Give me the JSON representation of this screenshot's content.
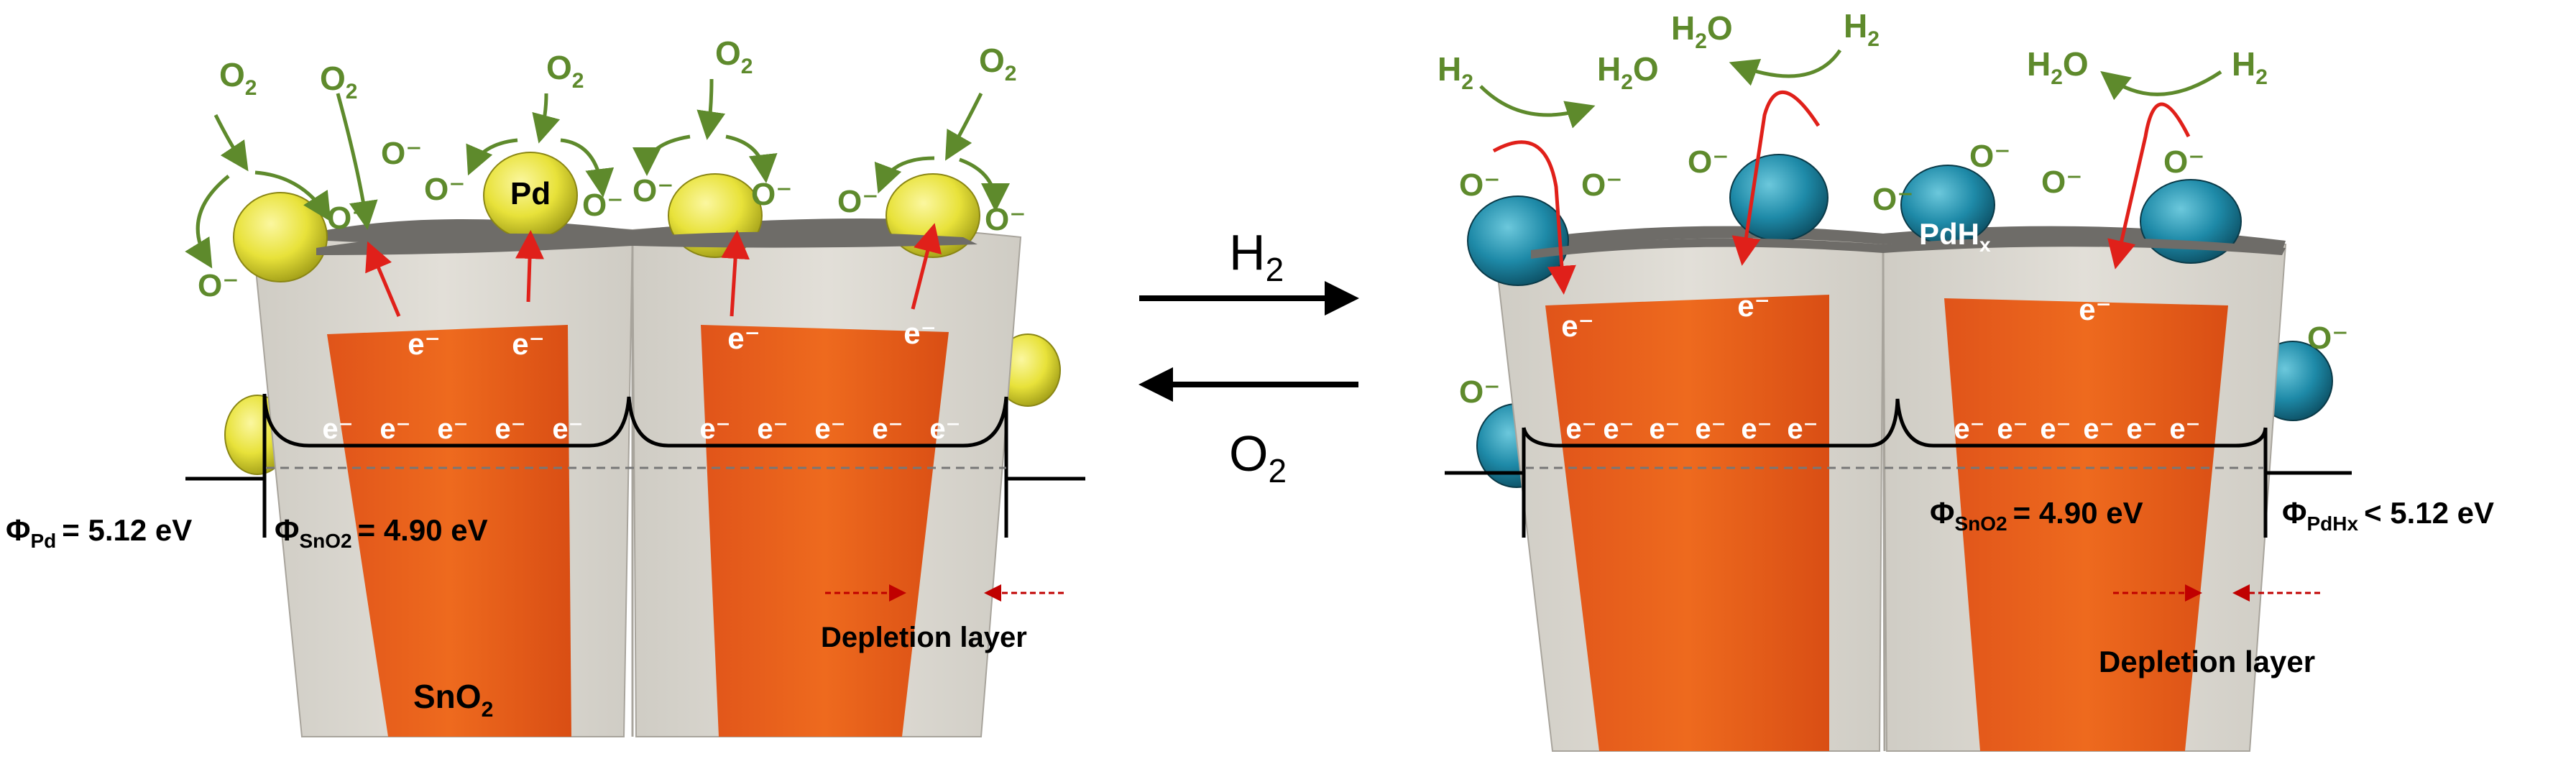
{
  "left_panel": {
    "molecules": [
      {
        "base": "O",
        "sub": "2"
      },
      {
        "base": "O",
        "sub": "2"
      },
      {
        "base": "O",
        "sub": "2"
      },
      {
        "base": "O",
        "sub": "2"
      },
      {
        "base": "O",
        "sub": "2"
      }
    ],
    "adsorbed_oxygen": "O⁻",
    "electron": "e⁻",
    "pd_label": "Pd",
    "material": {
      "base": "SnO",
      "sub": "2"
    },
    "work_function_pd": {
      "phi": "Φ",
      "sub": "Pd",
      "value": "= 5.12 eV"
    },
    "work_function_sno2": {
      "phi": "Φ",
      "sub": "SnO2",
      "value": "= 4.90 eV"
    },
    "depletion_label": "Depletion layer"
  },
  "right_panel": {
    "h2_label": {
      "base": "H",
      "sub": "2"
    },
    "h2o_label": {
      "base": "H",
      "sub": "2",
      "tail": "O"
    },
    "adsorbed_oxygen": "O⁻",
    "electron": "e⁻",
    "pdhx_label": {
      "base": "PdH",
      "sub": "x"
    },
    "work_function_sno2": {
      "phi": "Φ",
      "sub": "SnO2",
      "value": "= 4.90 eV"
    },
    "work_function_pdhx": {
      "phi": "Φ",
      "sub": "PdHx",
      "value": "< 5.12 eV"
    },
    "depletion_label": "Depletion layer"
  },
  "middle": {
    "forward": {
      "base": "H",
      "sub": "2"
    },
    "reverse": {
      "base": "O",
      "sub": "2"
    }
  },
  "colors": {
    "grain": "#d9d6cf",
    "grain_edge": "#a8a49c",
    "core": "#e8601a",
    "pd": "#e8e23a",
    "pdhx": "#1e8aa8",
    "oxygen_green": "#5e8a2c",
    "electron_arrow": "#e0201a",
    "text_black": "#000000",
    "electron_text": "#ffffff"
  }
}
